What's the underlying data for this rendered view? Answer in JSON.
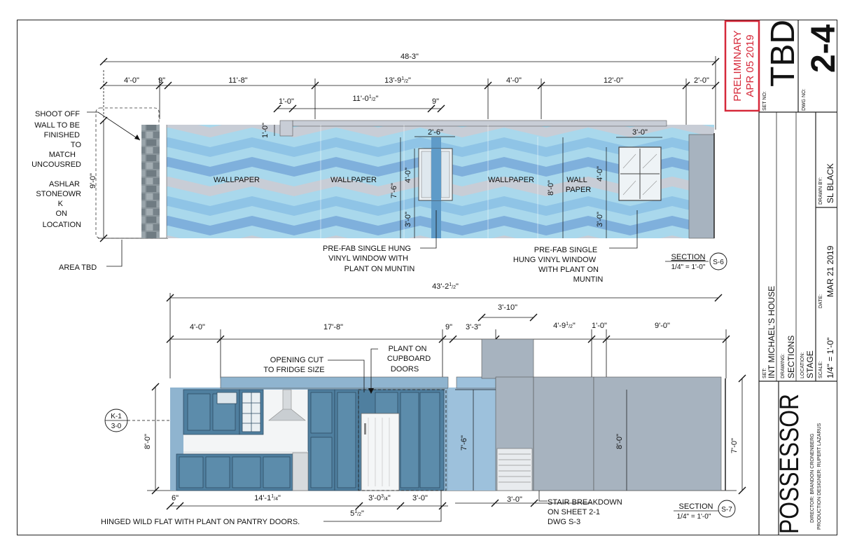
{
  "title_block": {
    "preliminary": "PRELIMINARY",
    "prelim_date": "APR 05 2019",
    "set_no_label": "SET NO:",
    "set_no": "TBD",
    "dwg_no_label": "DWG NO:",
    "dwg_no": "2-4",
    "drawn_by_label": "DRAWN BY:",
    "drawn_by": "SL BLACK",
    "date_label": "DATE:",
    "date": "MAR 21 2019",
    "set_label": "SET:",
    "set": "INT MICHAEL'S HOUSE",
    "drawing_label": "DRAWING:",
    "drawing": "SECTIONS",
    "location_label": "LOCATION:",
    "location": "STAGE",
    "scale_label": "SCALE:",
    "scale": "1/4\" = 1'-0\"",
    "production": "POSSESSOR",
    "director": "DIRECTOR: BRANDON CRONENBERG",
    "designer": "PRODUCTION DESIGNER: RUPERT LAZARUS"
  },
  "colors": {
    "prelim_red": "#d6293a",
    "wall_light": "#a9d8ec",
    "wall_mid": "#8fc4e6",
    "wall_gray": "#c8cdd6",
    "wall_dark": "#5f9bc8",
    "kitchen_wall": "#8fb4cf",
    "cabinet": "#4f7f9f",
    "panel_gray": "#a7b3bf",
    "stone": "#7f8a90"
  },
  "section_top": {
    "dims_top": {
      "overall": "48-3\"",
      "d1": "4'-0\"",
      "d2": "9\"",
      "d3": "11'-8\"",
      "d4": "13'-9",
      "d4_frac_n": "1",
      "d4_frac_d": "2",
      "d5": "4'-0\"",
      "d6": "12'-0\"",
      "d7": "2'-0\"",
      "d8": "1'-0\"",
      "d9": "11'-0",
      "d9_frac_n": "1",
      "d9_frac_d": "2",
      "d10": "9\""
    },
    "vertical": {
      "h_overall": "9'-0\"",
      "h_header": "1'-0\"",
      "w_pier": "2'-6\"",
      "h_win": "4'-0\"",
      "h_total": "7'-6\"",
      "h_sill": "3'-0\"",
      "h_total2": "8'-0\"",
      "h_win2": "4'-0\"",
      "h_sill2": "3'-0\"",
      "w_win2": "3'-0\""
    },
    "labels": {
      "wp1": "WALLPAPER",
      "wp2": "WALLPAPER",
      "wp3": "WALLPAPER",
      "wp4a": "WALL",
      "wp4b": "PAPER"
    },
    "notes": {
      "shoot_off": [
        "SHOOT OFF",
        "WALL TO BE",
        "FINISHED",
        "TO",
        "MATCH",
        "UNCOUSRED",
        "",
        "ASHLAR",
        "STONEOWR",
        "K",
        "ON",
        "LOCATION"
      ],
      "area_tbd": "AREA TBD",
      "window1": [
        "PRE-FAB SINGLE HUNG",
        "VINYL WINDOW  WITH",
        "PLANT ON MUNTIN"
      ],
      "window2": [
        "PRE-FAB SINGLE",
        "HUNG  VINYL WINDOW",
        "WITH PLANT ON",
        "MUNTIN"
      ]
    },
    "section_tag": {
      "label": "SECTION",
      "scale": "1/4\" = 1'-0\"",
      "id": "S-6"
    }
  },
  "section_bottom": {
    "dims_top": {
      "overall": "43'-2",
      "overall_frac_n": "1",
      "overall_frac_d": "2",
      "d1": "4'-0\"",
      "d2": "17'-8\"",
      "d3": "9\"",
      "d4": "3'-3\"",
      "d5": "3'-10\"",
      "d6": "4'-9",
      "d6_frac_n": "1",
      "d6_frac_d": "2",
      "d7": "1'-0\"",
      "d8": "9'-0\""
    },
    "dims_bottom": {
      "b1": "6\"",
      "b2": "14'-1",
      "b2_frac_n": "1",
      "b2_frac_d": "4",
      "b3": "3'-0",
      "b3_frac_n": "3",
      "b3_frac_d": "4",
      "b4": "3'-0\"",
      "b5": "5",
      "b5_frac_n": "1",
      "b5_frac_d": "2",
      "b6": "3'-0\""
    },
    "vertical": {
      "h1": "8'-0\"",
      "h2": "7'-6\"",
      "h3": "8'-0\"",
      "h4": "7'-0\""
    },
    "notes": {
      "opening": [
        "OPENING CUT",
        "TO FRIDGE SIZE"
      ],
      "plant": [
        "PLANT ON",
        "CUPBOARD",
        "DOORS"
      ],
      "hinged": "HINGED WILD FLAT WITH PLANT ON PANTRY DOORS.",
      "stair": [
        "STAIR BREAKDOWN",
        "ON SHEET 2-1",
        "DWG S-3"
      ]
    },
    "ref_tag": {
      "top": "K-1",
      "bottom": "3-0"
    },
    "section_tag": {
      "label": "SECTION",
      "scale": "1/4\" = 1'-0\"",
      "id": "S-7"
    }
  }
}
